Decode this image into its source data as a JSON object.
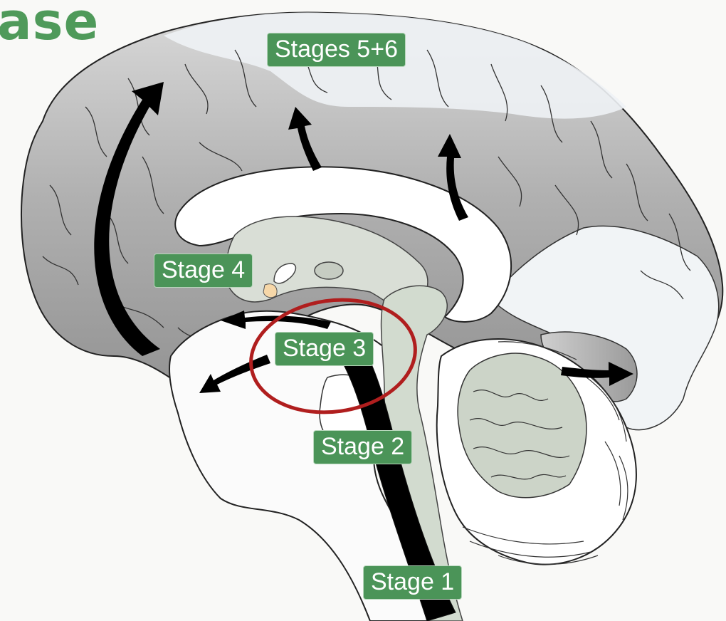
{
  "title_fragment": "ase",
  "labels": {
    "stage1": "Stage 1",
    "stage2": "Stage 2",
    "stage3": "Stage 3",
    "stage4": "Stage 4",
    "stages56": "Stages 5+6"
  },
  "colors": {
    "title": "#4f9a5a",
    "label_bg": "#4b9458",
    "highlight_ring": "#b01e1e",
    "cortex_gray": "#a8a8a8",
    "brainstem_green": "#d2dbcf",
    "arrow": "#000000"
  },
  "highlight": "Stage 3"
}
